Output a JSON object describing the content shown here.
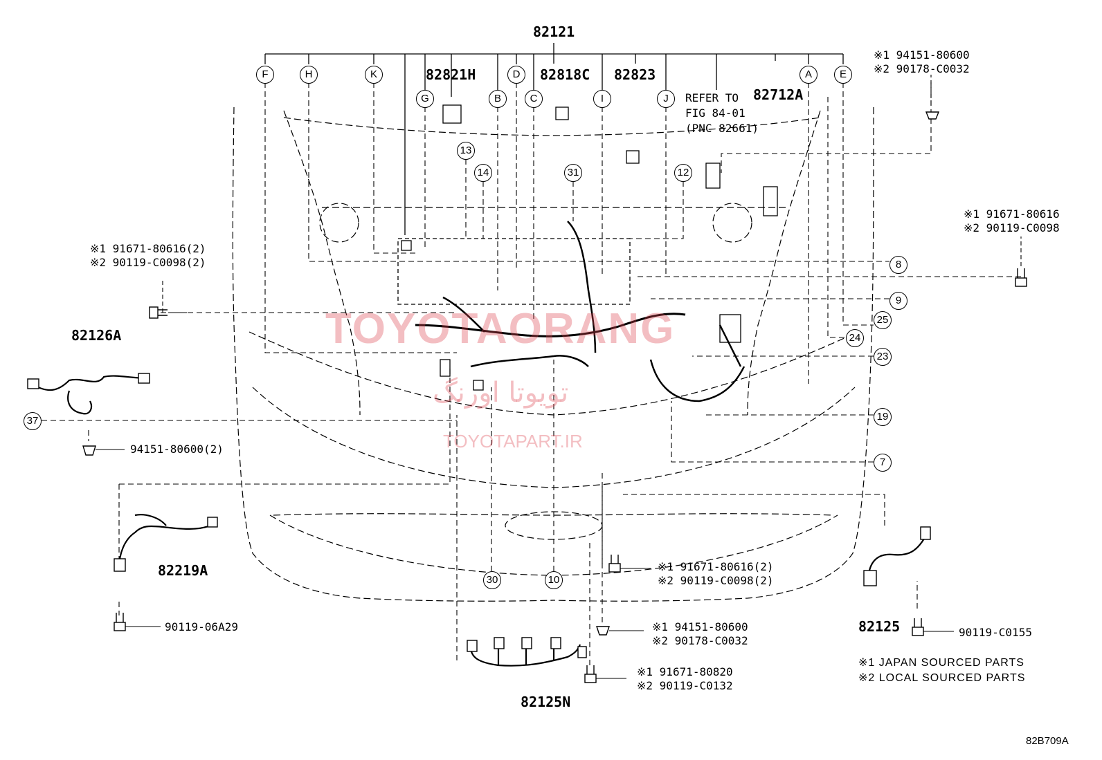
{
  "main_part": "82121",
  "callouts": {
    "F": "F",
    "H": "H",
    "K": "K",
    "G": "G",
    "B": "B",
    "D": "D",
    "C": "C",
    "I": "I",
    "J": "J",
    "A": "A",
    "E": "E",
    "n13": "13",
    "n14": "14",
    "n31": "31",
    "n12": "12",
    "n8": "8",
    "n9": "9",
    "n25": "25",
    "n24": "24",
    "n23": "23",
    "n19": "19",
    "n7": "7",
    "n37": "37",
    "n30": "30",
    "n10": "10"
  },
  "parts": {
    "p82821H": "82821H",
    "p82818C": "82818C",
    "p82823": "82823",
    "p82712A": "82712A",
    "p82126A": "82126A",
    "p82219A": "82219A",
    "p82125": "82125",
    "p82125N": "82125N"
  },
  "refer": {
    "line1": "REFER TO",
    "line2": "FIG 84-01",
    "line3": "(PNC 82661)"
  },
  "fasteners": {
    "top_right_1": "※1 94151-80600",
    "top_right_2": "※2 90178-C0032",
    "right_1": "※1 91671-80616",
    "right_2": "※2 90119-C0098",
    "left_1": "※1 91671-80616(2)",
    "left_2": "※2 90119-C0098(2)",
    "clip_left": "94151-80600(2)",
    "bolt_left": "90119-06A29",
    "center_a1": "※1 91671-80616(2)",
    "center_a2": "※2 90119-C0098(2)",
    "center_b1": "※1 94151-80600",
    "center_b2": "※2 90178-C0032",
    "center_c1": "※1 91671-80820",
    "center_c2": "※2 90119-C0132",
    "bolt_right": "90119-C0155"
  },
  "legend": {
    "line1": "※1 JAPAN SOURCED PARTS",
    "line2": "※2 LOCAL SOURCED PARTS"
  },
  "figure_code": "82B709A",
  "watermark": {
    "brand": "TOYOTAORANG",
    "persian": "تویوتا اورنگ",
    "url": "TOYOTAPART.IR"
  }
}
